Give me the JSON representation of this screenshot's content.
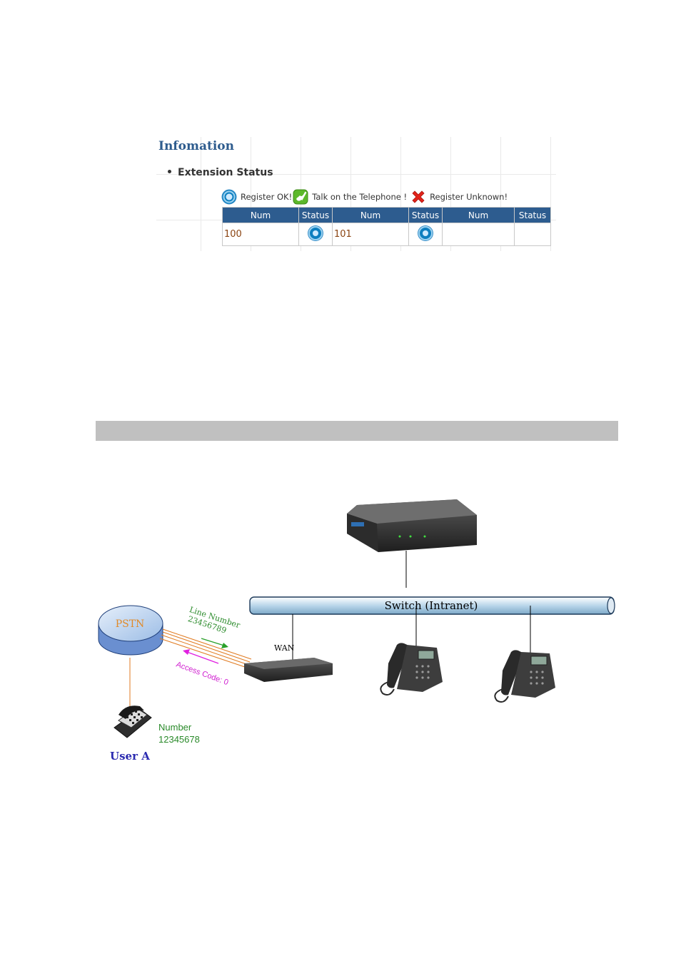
{
  "panel": {
    "title": "Infomation",
    "section": "Extension Status",
    "legend": [
      {
        "icon": "register-ok-icon",
        "label": "Register OK!"
      },
      {
        "icon": "talk-on-telephone-icon",
        "label": "Talk on the Telephone !"
      },
      {
        "icon": "register-unknown-icon",
        "label": "Register Unknown!"
      }
    ],
    "table": {
      "headers": [
        "Num",
        "Status",
        "Num",
        "Status",
        "Num",
        "Status"
      ],
      "row": [
        {
          "num": "100",
          "status": "register-ok"
        },
        {
          "num": "101",
          "status": "register-ok"
        },
        {
          "num": "",
          "status": ""
        }
      ]
    },
    "colors": {
      "title": "#2e5c8e",
      "header_bg": "#2d5c8f",
      "num_text": "#8b4513"
    }
  },
  "diagram": {
    "switch_label": "Switch (Intranet)",
    "pstn_label": "PSTN",
    "line_number_label": "Line Number",
    "line_number_value": "23456789",
    "access_code_label": "Access Code: 0",
    "wan_label": "WAN",
    "user_number_label": "Number",
    "user_number_value": "12345678",
    "user_label": "User A"
  }
}
